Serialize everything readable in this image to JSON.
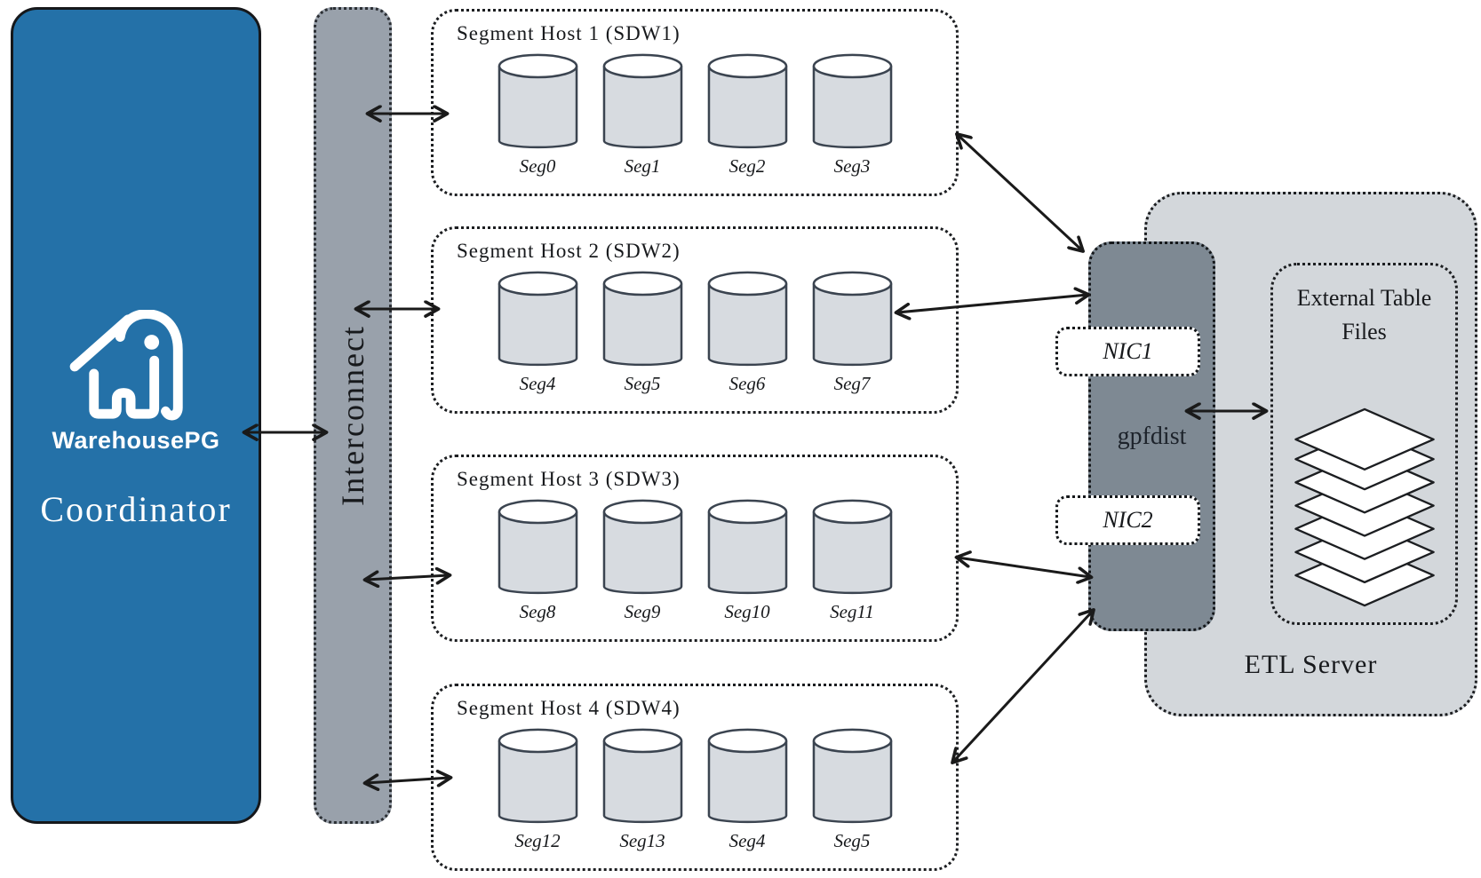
{
  "diagram": {
    "coordinator": {
      "brand": "WarehousePG",
      "label": "Coordinator"
    },
    "interconnect": {
      "label": "Interconnect"
    },
    "hosts": [
      {
        "title": "Segment Host 1 (SDW1)",
        "segments": [
          "Seg0",
          "Seg1",
          "Seg2",
          "Seg3"
        ]
      },
      {
        "title": "Segment Host 2 (SDW2)",
        "segments": [
          "Seg4",
          "Seg5",
          "Seg6",
          "Seg7"
        ]
      },
      {
        "title": "Segment Host 3 (SDW3)",
        "segments": [
          "Seg8",
          "Seg9",
          "Seg10",
          "Seg11"
        ]
      },
      {
        "title": "Segment Host 4 (SDW4)",
        "segments": [
          "Seg12",
          "Seg13",
          "Seg4",
          "Seg5"
        ]
      }
    ],
    "gpfdist": {
      "label": "gpfdist",
      "nic1": "NIC1",
      "nic2": "NIC2"
    },
    "etl": {
      "label": "ETL Server",
      "external_files": "External Table Files"
    }
  },
  "icons": {
    "logo": "warehousepg-elephant-house-icon",
    "files": "stacked-files-icon",
    "connectors": "double-headed-arrow"
  },
  "colors": {
    "coordinator_blue": "#2471a8",
    "interconnect_gray": "#99a1ab",
    "gpfdist_gray": "#7e8993",
    "etl_gray": "#d3d7db",
    "cylinder_fill": "#d7dbe0",
    "cylinder_stroke": "#3b4450",
    "ink": "#17191c"
  }
}
